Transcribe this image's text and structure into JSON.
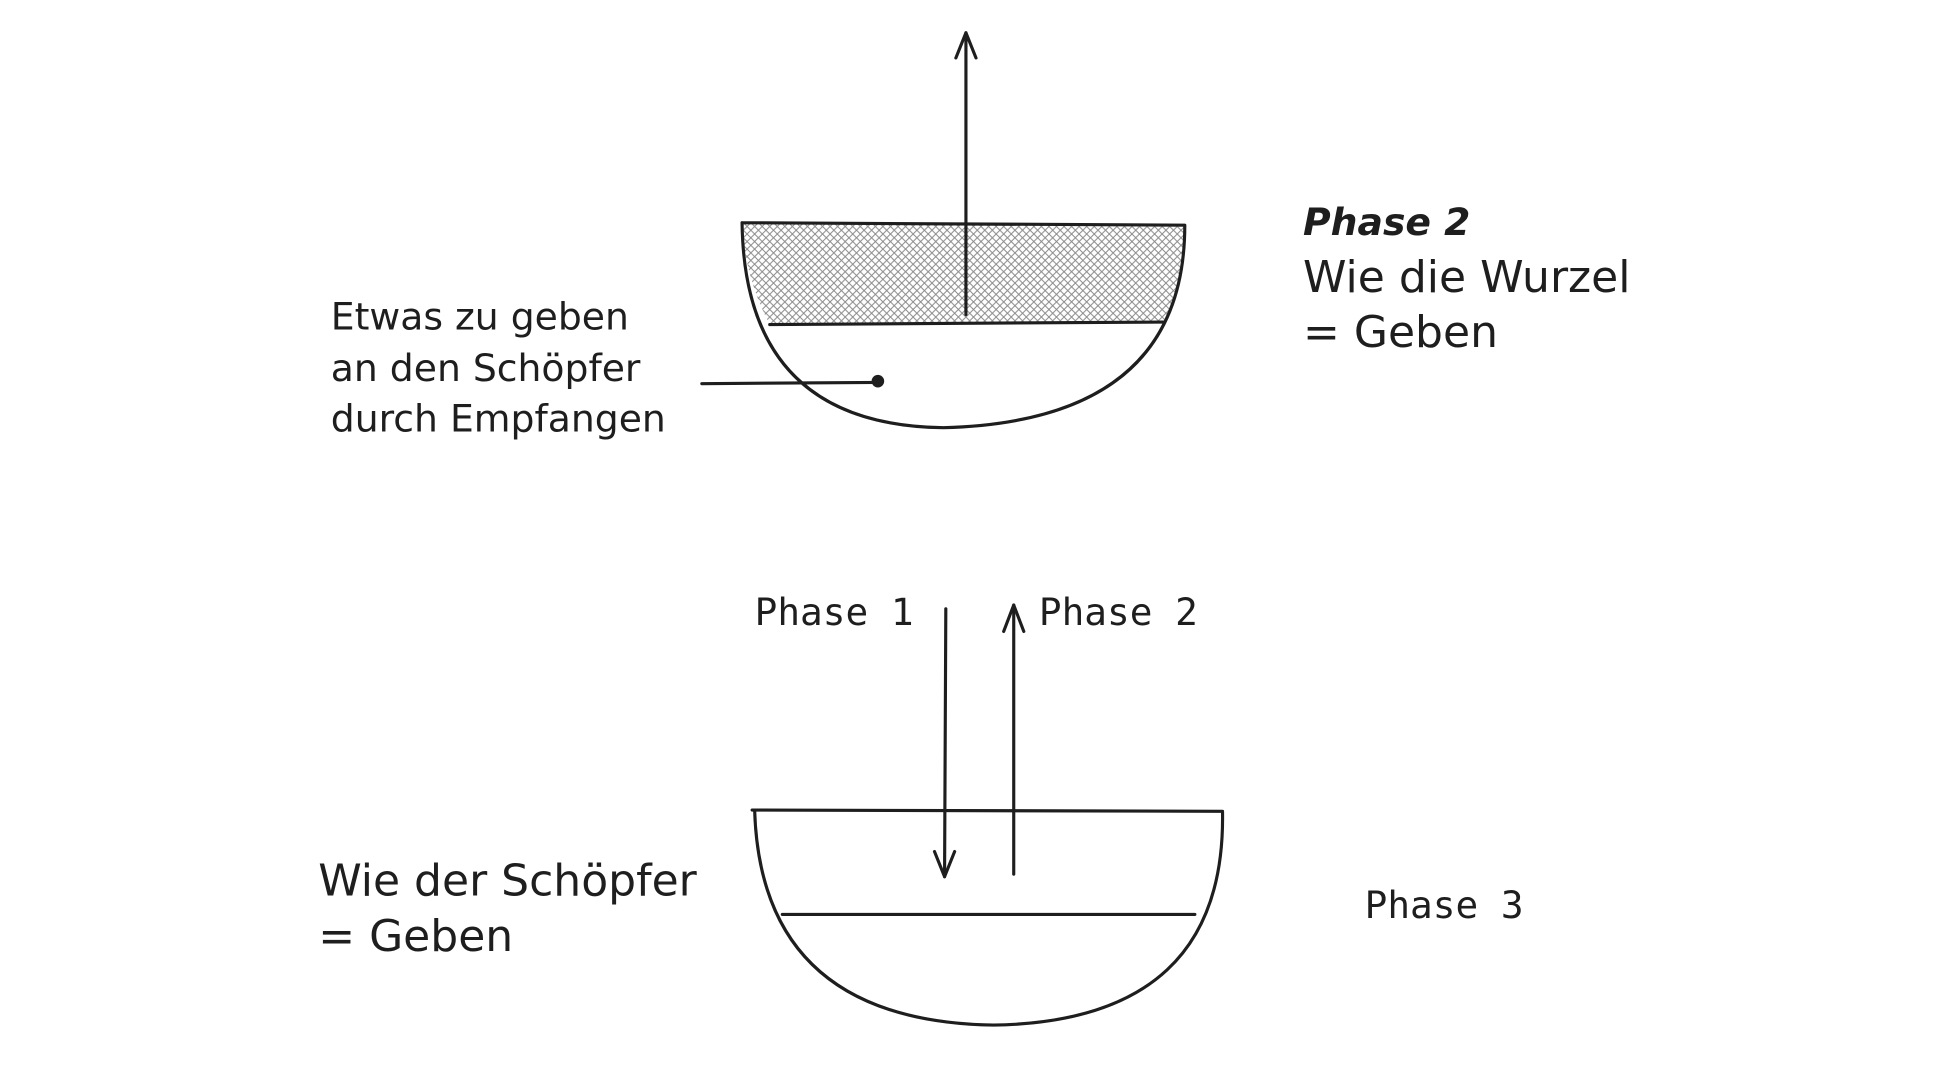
{
  "top_bowl": {
    "annotation": [
      "Etwas zu geben",
      "an den Schöpfer",
      "durch Empfangen"
    ],
    "phase_label": "Phase 2",
    "description": [
      "Wie die Wurzel",
      "= Geben"
    ]
  },
  "bottom_bowl": {
    "arrow_down_label": "Phase 1",
    "arrow_up_label": "Phase 2",
    "description": [
      "Wie der Schöpfer",
      "= Geben"
    ],
    "phase_label": "Phase 3"
  },
  "colors": {
    "stroke": "#1e1e1e",
    "hatch": "#8a8a8a",
    "background": "#ffffff"
  }
}
